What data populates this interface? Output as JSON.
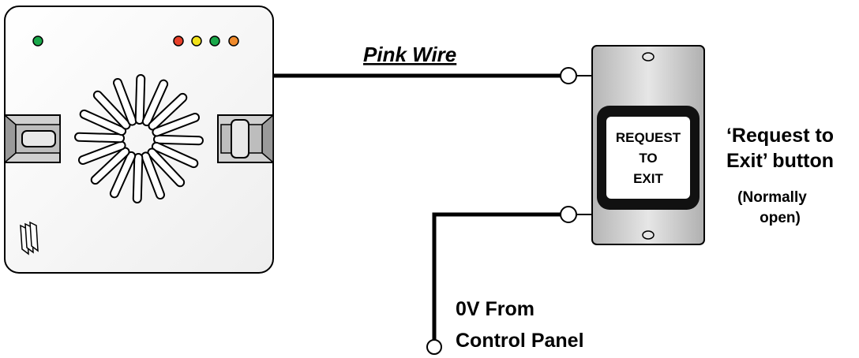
{
  "wire": {
    "label": "Pink Wire"
  },
  "button": {
    "face_lines": [
      "REQUEST",
      "TO",
      "EXIT"
    ],
    "caption_lines": [
      "‘Request to",
      "Exit’ button"
    ],
    "note_lines": [
      "(Normally",
      "open)"
    ]
  },
  "zero_volt": {
    "lines": [
      "0V From",
      "Control Panel"
    ]
  },
  "colors": {
    "led_green": "#1aa84a",
    "led_red": "#e8402a",
    "led_yellow": "#f2e21a",
    "led_orange": "#ef8a2b",
    "panel_grey": "#c8c8c8",
    "line": "#000000"
  },
  "icons": {
    "speaker": "speaker-grille-icon",
    "logo": "door-logo-icon"
  }
}
